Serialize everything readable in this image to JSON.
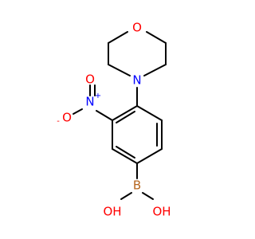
{
  "molecule": {
    "atoms": {
      "morpholine_oxygen": {
        "symbol": "O",
        "color": "#ff0000"
      },
      "morpholine_nitrogen": {
        "symbol": "N",
        "color": "#0000ff"
      },
      "nitro_nitrogen": {
        "symbol": "N",
        "charge": "+",
        "color": "#0000ff"
      },
      "nitro_oxygen_double": {
        "symbol": "O",
        "color": "#ff0000"
      },
      "nitro_oxygen_single": {
        "symbol": "O",
        "charge": "-",
        "color": "#ff0000"
      },
      "boron": {
        "symbol": "B",
        "color": "#b5651d"
      },
      "boronic_oh_left": {
        "symbol": "OH",
        "color": "#ff0000"
      },
      "boronic_oh_right": {
        "symbol": "OH",
        "color": "#ff0000"
      }
    },
    "bond_color": "#000000"
  }
}
